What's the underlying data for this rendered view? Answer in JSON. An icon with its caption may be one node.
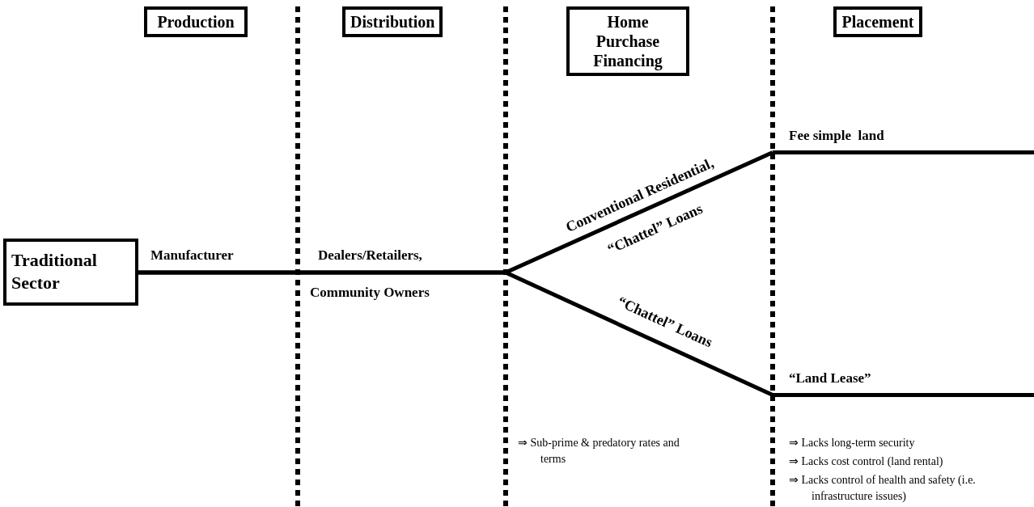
{
  "diagram": {
    "nodes": [
      {
        "text": [
          "Production"
        ]
      },
      {
        "text": [
          "Distribution"
        ]
      },
      {
        "text": [
          "Home Purchase Financing"
        ]
      },
      {
        "text": [
          "Placement"
        ]
      },
      {
        "text": [
          "Traditional Sector"
        ]
      },
      {
        "text": [
          "Fee simple  land"
        ]
      },
      {
        "text": [
          "“Land Lease”"
        ]
      }
    ],
    "edges": [
      {
        "from": 4,
        "to": 5,
        "arrow": "none",
        "label": "Conventional Residential, “Chattel”  Loans"
      },
      {
        "from": 4,
        "to": 6,
        "arrow": "none",
        "label": "“Chattel” Loans"
      }
    ],
    "labels": [
      "Manufacturer",
      "Dealers/Retailers,",
      "Community Owners",
      "⇒ Sub-prime & predatory rates and terms",
      "⇒ Lacks long-term security",
      "⇒ Lacks cost control (land rental)",
      "⇒ Lacks control of health and safety (i.e. infrastructure issues)"
    ]
  }
}
